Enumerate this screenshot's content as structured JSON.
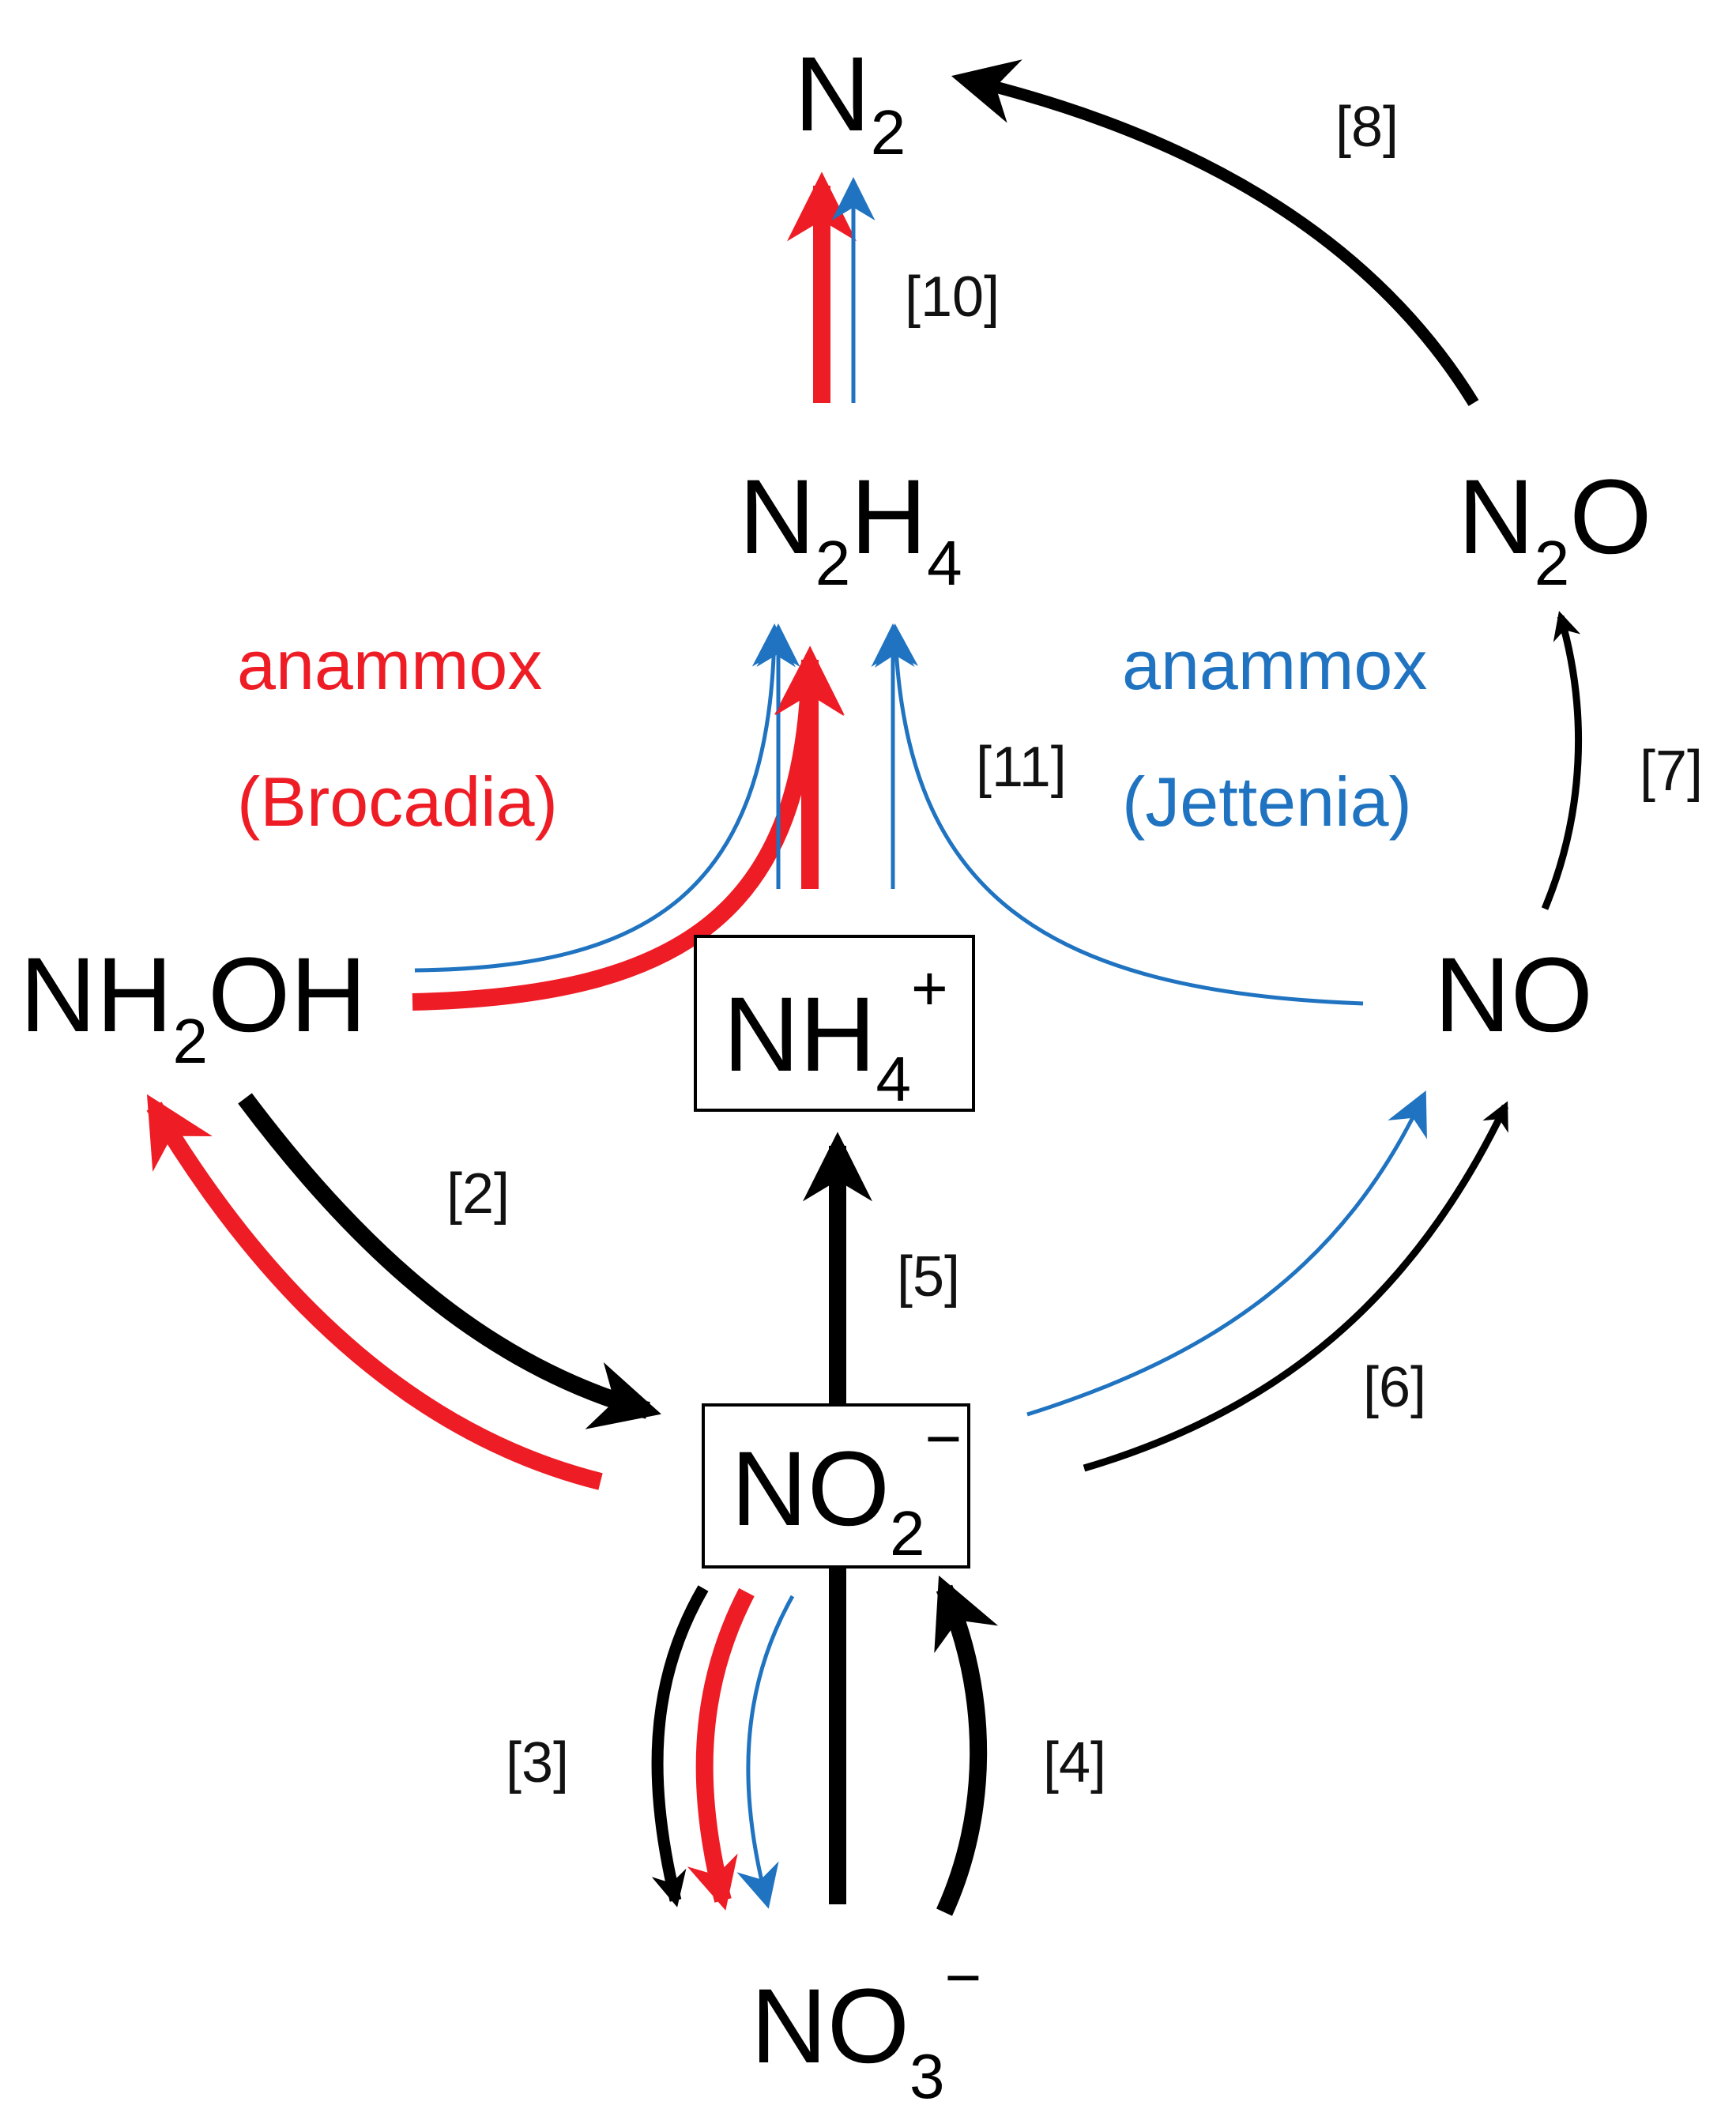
{
  "colors": {
    "default": "#000000",
    "brocadia": "#ee1c25",
    "jettenia": "#1f73c0"
  },
  "nodes": {
    "n2": {
      "main": "N",
      "sub": "2"
    },
    "n2h4": {
      "a": "N",
      "sub_a": "2",
      "b": "H",
      "sub_b": "4"
    },
    "n2o": {
      "a": "N",
      "sub": "2",
      "b": "O"
    },
    "nh2oh": {
      "a": "NH",
      "sub": "2",
      "b": "OH"
    },
    "nh4": {
      "main": "NH",
      "sub": "4",
      "sup": "+"
    },
    "no": {
      "main": "NO"
    },
    "no2": {
      "main": "NO",
      "sub": "2",
      "sup": "−"
    },
    "no3": {
      "main": "NO",
      "sub": "3",
      "sup": "−"
    }
  },
  "labels": {
    "anammox_brocadia": {
      "name": "anammox",
      "genus": "(Brocadia)"
    },
    "anammox_jettenia": {
      "name": "anammox",
      "genus": "(Jettenia)"
    }
  },
  "steps": {
    "s2": "[2]",
    "s3": "[3]",
    "s4": "[4]",
    "s5": "[5]",
    "s6": "[6]",
    "s7": "[7]",
    "s8": "[8]",
    "s10": "[10]",
    "s11": "[11]"
  }
}
